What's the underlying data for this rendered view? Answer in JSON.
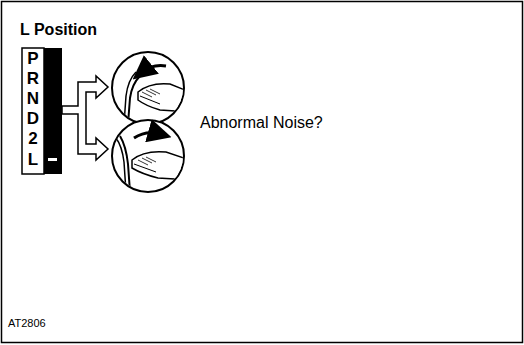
{
  "diagram": {
    "title": "L Position",
    "labels": [
      "P",
      "R",
      "N",
      "D",
      "2",
      "L",
      "Abnormal Noise?",
      "AT2806"
    ]
  }
}
